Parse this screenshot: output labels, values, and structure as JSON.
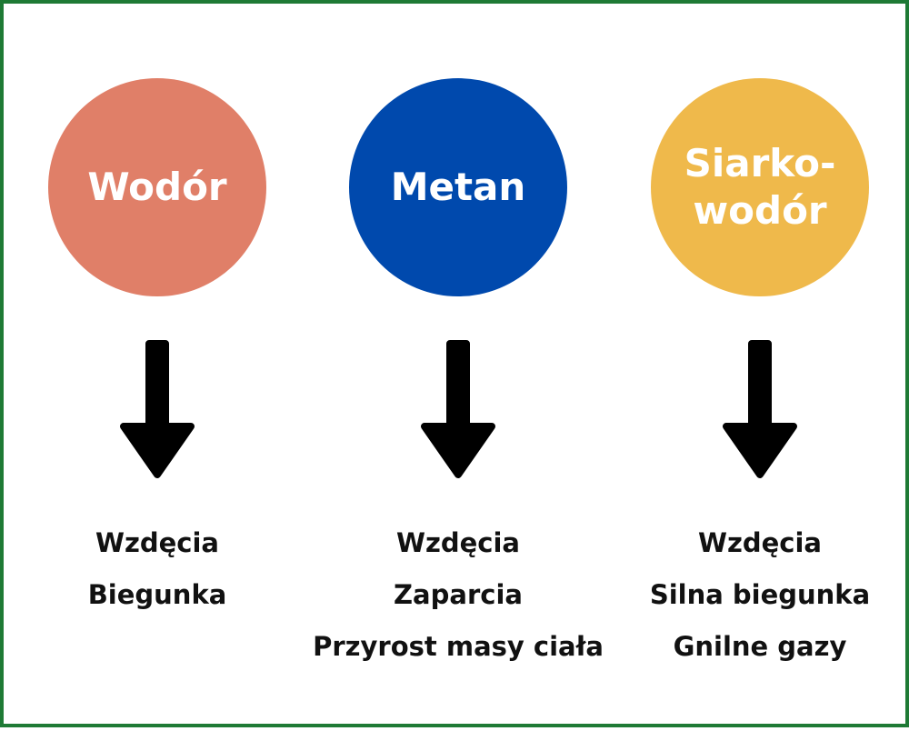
{
  "colors": {
    "border": "#1e7a35",
    "arrow": "#000000",
    "text": "#111111"
  },
  "gases": [
    {
      "name": "Wodór",
      "color": "#e07f68",
      "arrow_icon": "arrow-down-icon",
      "effects": [
        "Wzdęcia",
        "Biegunka"
      ]
    },
    {
      "name": "Metan",
      "color": "#0049ad",
      "arrow_icon": "arrow-down-icon",
      "effects": [
        "Wzdęcia",
        "Zaparcia",
        "Przyrost masy ciała"
      ]
    },
    {
      "name": "Siarko-\nwodór",
      "color": "#efb94b",
      "arrow_icon": "arrow-down-icon",
      "effects": [
        "Wzdęcia",
        "Silna biegunka",
        "Gnilne gazy"
      ]
    }
  ]
}
